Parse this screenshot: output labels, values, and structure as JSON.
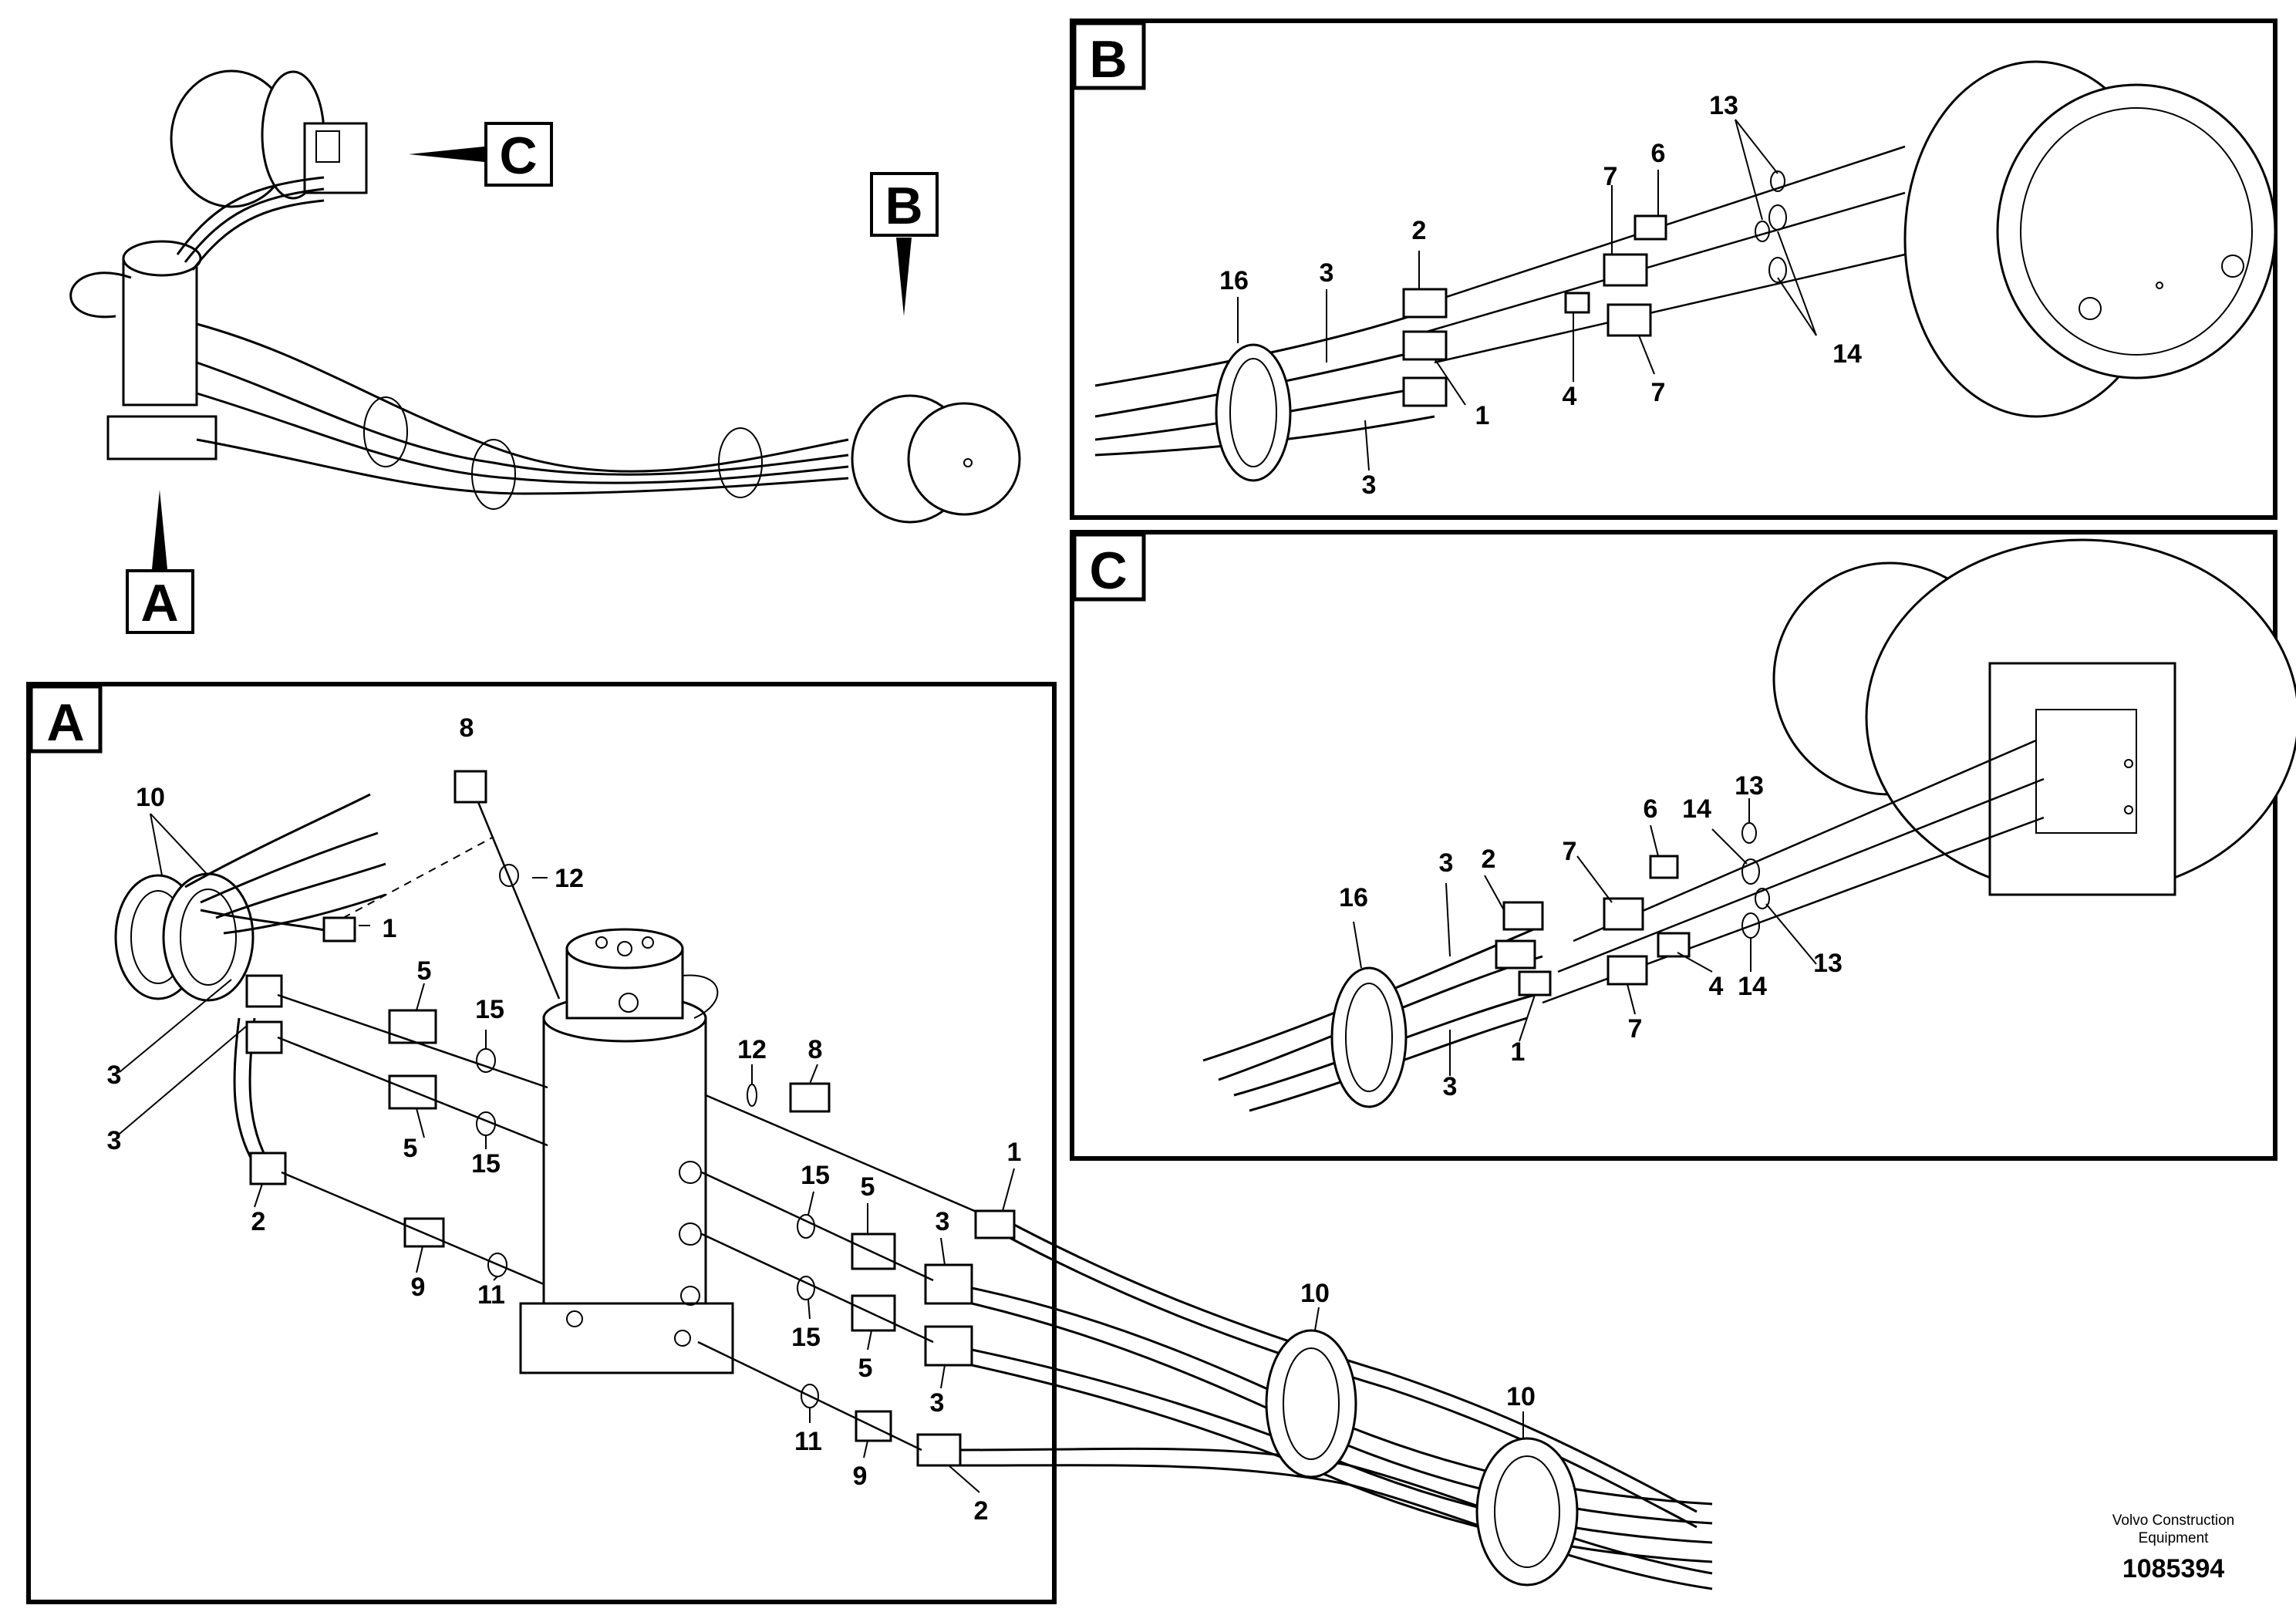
{
  "overview": {
    "callouts": [
      "C",
      "B",
      "A"
    ]
  },
  "panels": {
    "a": {
      "tag": "A"
    },
    "b": {
      "tag": "B"
    },
    "c": {
      "tag": "C"
    }
  },
  "labels": {
    "b": [
      "13",
      "6",
      "7",
      "2",
      "16",
      "3",
      "1",
      "4",
      "7",
      "14",
      "3"
    ],
    "c": [
      "6",
      "14",
      "13",
      "16",
      "3",
      "2",
      "7",
      "4",
      "14",
      "13",
      "1",
      "7",
      "3"
    ],
    "a": [
      "8",
      "12",
      "10",
      "1",
      "3",
      "3",
      "5",
      "15",
      "5",
      "15",
      "2",
      "9",
      "11",
      "12",
      "8",
      "1",
      "15",
      "5",
      "3",
      "15",
      "5",
      "3",
      "11",
      "9",
      "2",
      "10",
      "10"
    ]
  },
  "footer": {
    "company_line1": "Volvo Construction",
    "company_line2": "Equipment",
    "doc_number": "1085394"
  }
}
